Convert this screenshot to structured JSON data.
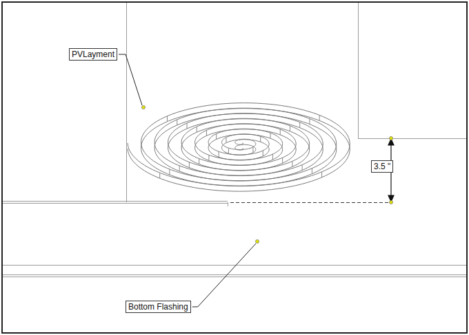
{
  "diagram": {
    "labels": [
      "PVLayment",
      "3.5 \"",
      "Bottom Flashing"
    ]
  }
}
